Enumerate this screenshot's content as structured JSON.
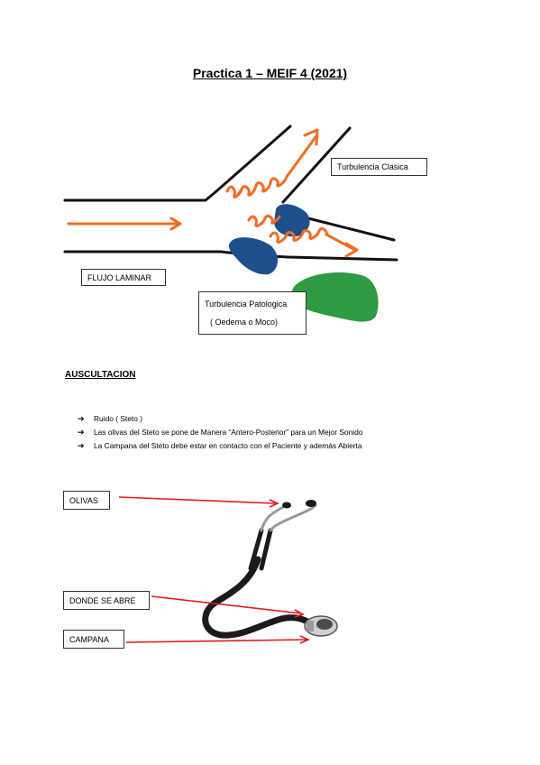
{
  "page": {
    "title": "Practica 1 – MEIF 4 (2021)"
  },
  "diagram": {
    "labels": {
      "turbulencia_clasica": "Turbulencia Clasica",
      "flujo_laminar": "FLUJO LAMINAR",
      "turbulencia_patologica_line1": "Turbulencia Patologica",
      "turbulencia_patologica_line2": "( Oedema o Moco)"
    },
    "colors": {
      "vessel": "#111111",
      "flow_arrow": "#f26b21",
      "obstruction": "#1f4e8c",
      "edema": "#2e9a44"
    }
  },
  "auscultacion": {
    "heading": "AUSCULTACION",
    "bullet_icon": "arrow-right-icon",
    "items": [
      "Ruido ( Steto )",
      "Las olivas del Steto se pone de Manera “Antero-Posterior” para un Mejor Sonido",
      "La Campana del Steto debe estar en contacto con el Paciente y además Abierta"
    ]
  },
  "stethoscope": {
    "labels": {
      "olivas": "OLIVAS",
      "donde_se_abre": "DONDE SE ABRE",
      "campana": "CAMPANA"
    },
    "pointer_color": "#e01b1b"
  }
}
